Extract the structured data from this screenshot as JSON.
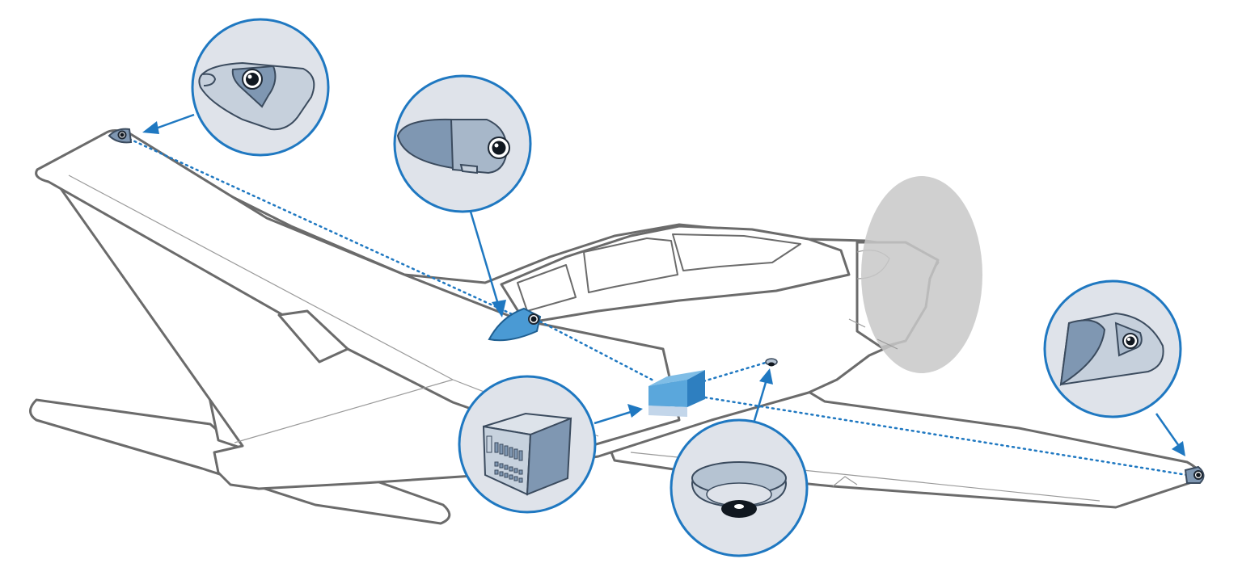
{
  "diagram": {
    "colors": {
      "accent": "#1f78c1",
      "bubble_fill": "#dfe3ea",
      "camera_body": "#7f97b2",
      "camera_light": "#c6d0dc",
      "hub_box": "#4a9ad4",
      "propeller_disc": "#c8c8c8",
      "aircraft_outline": "#6b6b6b"
    },
    "components": [
      {
        "id": "left-wingtip-camera",
        "icon": "wingtip-camera-icon"
      },
      {
        "id": "underwing-pod-camera",
        "icon": "pod-camera-icon"
      },
      {
        "id": "central-hub-box",
        "icon": "hub-box-icon"
      },
      {
        "id": "recorder-unit",
        "icon": "recorder-unit-icon"
      },
      {
        "id": "belly-dome-camera",
        "icon": "dome-camera-icon"
      },
      {
        "id": "right-wingtip-camera",
        "icon": "wingtip-camera-icon"
      }
    ]
  }
}
